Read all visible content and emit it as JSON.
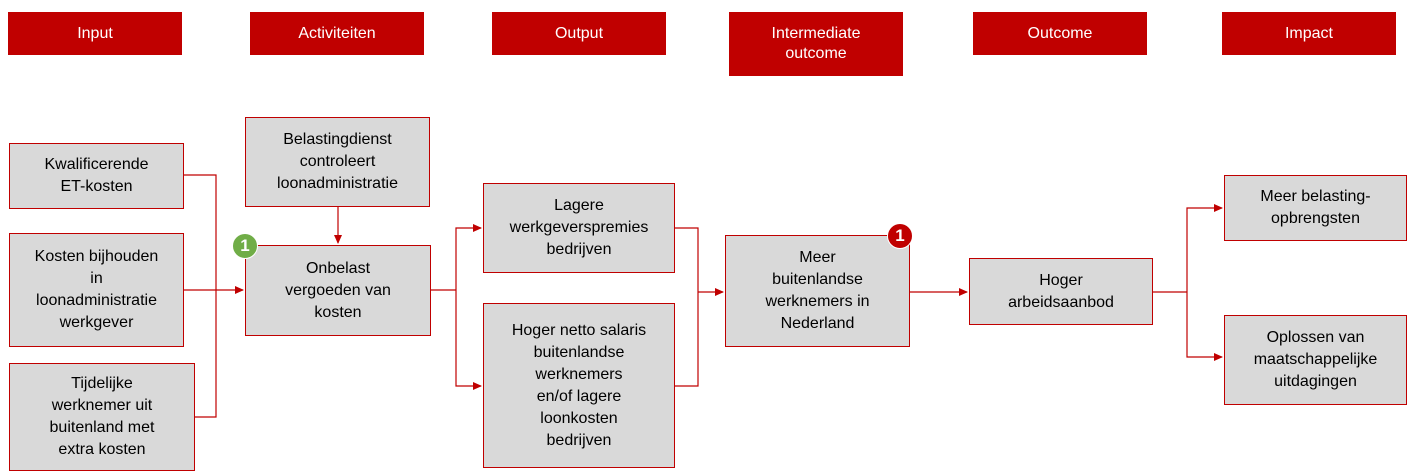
{
  "headers": [
    {
      "id": "input",
      "label": "Input"
    },
    {
      "id": "activiteiten",
      "label": "Activiteiten"
    },
    {
      "id": "output",
      "label": "Output"
    },
    {
      "id": "intermediate",
      "label": "Intermediate\noutcome"
    },
    {
      "id": "outcome",
      "label": "Outcome"
    },
    {
      "id": "impact",
      "label": "Impact"
    }
  ],
  "boxes": {
    "kwalificerende": "Kwalificerende\nET-kosten",
    "kosten_bijhouden": "Kosten bijhouden\nin\nloonadministratie\nwerkgever",
    "tijdelijke": "Tijdelijke\nwerknemer uit\nbuitenland met\nextra kosten",
    "belastingdienst": "Belastingdienst\ncontroleert\nloonadministratie",
    "onbelast": "Onbelast\nvergoeden van\nkosten",
    "lagere_premies": "Lagere\nwerkgeverspremies\nbedrijven",
    "hoger_netto": "Hoger netto salaris\nbuitenlandse\nwerknemers\nen/of lagere\nloonkosten\nbedrijven",
    "meer_buitenlandse": "Meer\nbuitenlandse\nwerknemers in\nNederland",
    "hoger_arbeid": "Hoger\narbeidsaanbod",
    "meer_belasting": "Meer belasting-\nopbrengsten",
    "oplossen": "Oplossen van\nmaatschappelijke\nuitdagingen"
  },
  "badges": {
    "green": {
      "label": "1",
      "color": "#70ad47"
    },
    "red": {
      "label": "1",
      "color": "#c00000"
    }
  },
  "colors": {
    "accent": "#c00000",
    "box_fill": "#d9d9d9"
  }
}
